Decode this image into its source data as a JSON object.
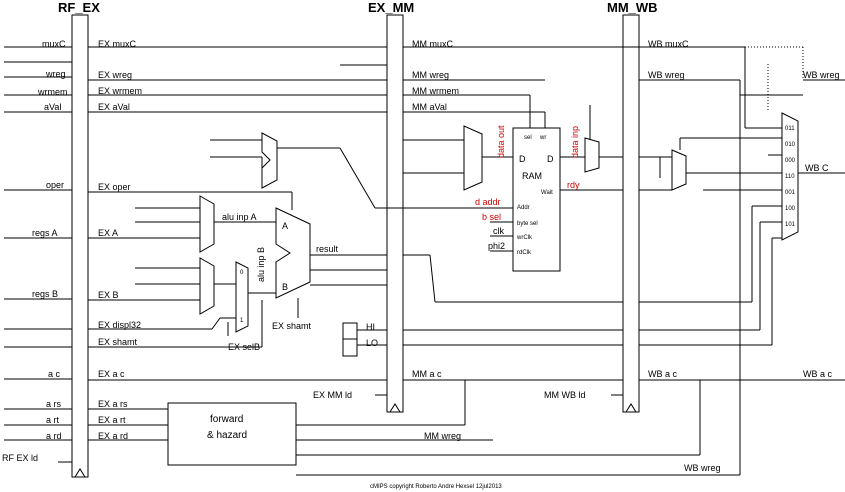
{
  "stages": {
    "rf_ex": "RF_EX",
    "ex_mm": "EX_MM",
    "mm_wb": "MM_WB"
  },
  "inputs": {
    "muxC": "muxC",
    "wreg": "wreg",
    "wrmem": "wrmem",
    "aVal": "aVal",
    "oper": "oper",
    "regsA": "regs A",
    "regsB": "regs B",
    "ac": "a c",
    "ars": "a rs",
    "art": "a rt",
    "ard": "a rd",
    "rf_ex_ld": "RF EX ld"
  },
  "ex_signals": {
    "muxC": "EX muxC",
    "wreg": "EX wreg",
    "wrmem": "EX wrmem",
    "aVal": "EX aVal",
    "oper": "EX oper",
    "A": "EX A",
    "B": "EX B",
    "disp32": "EX displ32",
    "shamt": "EX shamt",
    "ac": "EX a c",
    "ars": "EX a rs",
    "art": "EX a rt",
    "ard": "EX a rd",
    "selB": "EX selB",
    "shamt_alu": "EX shamt",
    "ex_mm_ld": "EX MM ld"
  },
  "alu": {
    "inpA": "alu inp A",
    "inpB": "alu inp B",
    "portA": "A",
    "portB": "B",
    "result": "result",
    "hi": "HI",
    "lo": "LO",
    "mux0": "0",
    "mux1": "1"
  },
  "mm_signals": {
    "muxC": "MM muxC",
    "wreg": "MM wreg",
    "wrmem": "MM wrmem",
    "aVal": "MM aVal",
    "ac": "MM a c",
    "mm_wb_ld": "MM WB ld",
    "mm_wreg_fwd": "MM wreg"
  },
  "ram": {
    "name": "RAM",
    "sel": "sel",
    "wr": "wr",
    "d_in": "D",
    "d_out": "D",
    "waitn": "Wait",
    "addr": "Addr",
    "bytesel": "byte sel",
    "wrclk": "wrClk",
    "rdclk": "rdClk",
    "data_out": "data out",
    "data_inp": "data inp",
    "d_addr": "d addr",
    "b_sel": "b sel",
    "rdy": "rdy",
    "clk": "clk",
    "phi2": "phi2"
  },
  "wb": {
    "muxC": "WB muxC",
    "wreg": "WB wreg",
    "wreg_out": "WB wreg",
    "C": "WB C",
    "ac": "WB a c",
    "ac_out": "WB a c",
    "wreg_bottom": "WB wreg",
    "mux_codes": [
      "011",
      "010",
      "000",
      "110",
      "001",
      "100",
      "101"
    ]
  },
  "forward": {
    "line1": "forward",
    "line2": "& hazard"
  },
  "footer": "cMIPS copyright Roberto Andre Hexsel 12jul2013"
}
